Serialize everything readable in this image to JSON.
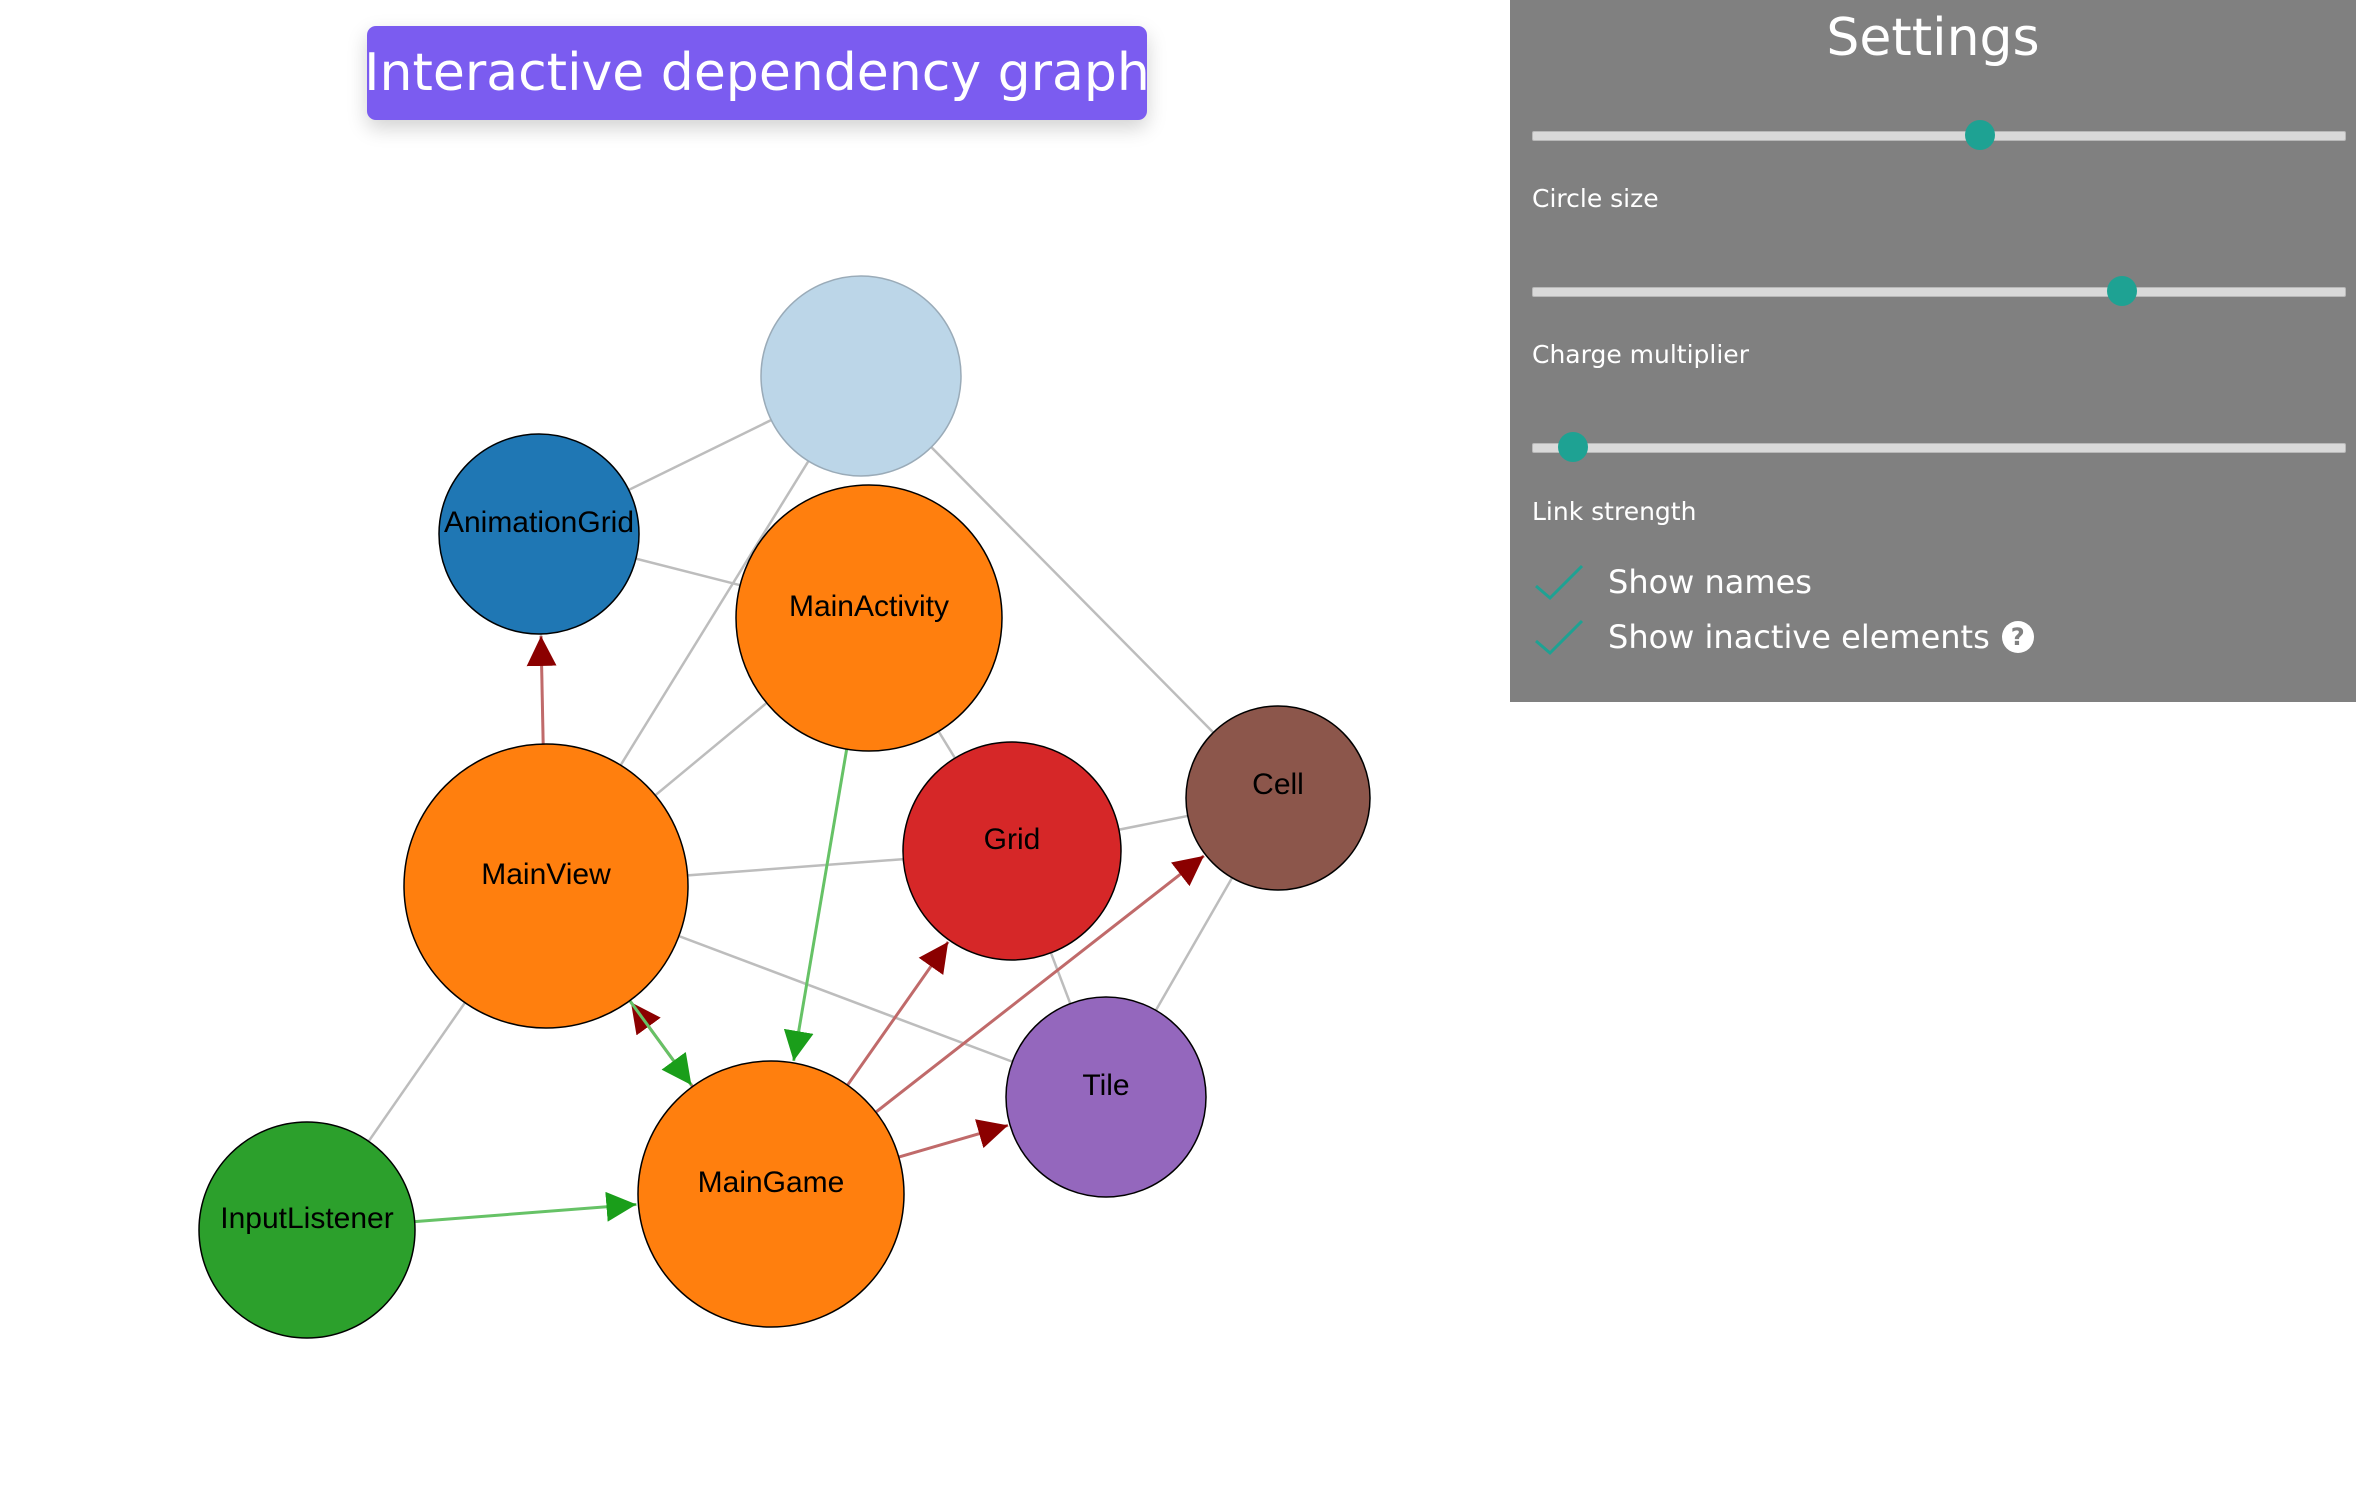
{
  "header": {
    "title": "Interactive dependency graph"
  },
  "graph": {
    "nodes": [
      {
        "id": "unnamed",
        "label": "",
        "color": "#bcd6e8",
        "stroke": "#9aabb8"
      },
      {
        "id": "AnimationGrid",
        "label": "AnimationGrid",
        "color": "#1f77b4",
        "stroke": "#000000"
      },
      {
        "id": "MainActivity",
        "label": "MainActivity",
        "color": "#ff7f0e",
        "stroke": "#000000"
      },
      {
        "id": "MainView",
        "label": "MainView",
        "color": "#ff7f0e",
        "stroke": "#000000"
      },
      {
        "id": "Grid",
        "label": "Grid",
        "color": "#d62728",
        "stroke": "#000000"
      },
      {
        "id": "Cell",
        "label": "Cell",
        "color": "#8c564b",
        "stroke": "#000000"
      },
      {
        "id": "Tile",
        "label": "Tile",
        "color": "#9467bd",
        "stroke": "#000000"
      },
      {
        "id": "InputListener",
        "label": "InputListener",
        "color": "#2ca02c",
        "stroke": "#000000"
      },
      {
        "id": "MainGame",
        "label": "MainGame",
        "color": "#ff7f0e",
        "stroke": "#000000"
      }
    ],
    "links": [
      {
        "source": "unnamed",
        "target": "AnimationGrid",
        "kind": "inactive"
      },
      {
        "source": "unnamed",
        "target": "MainView",
        "kind": "inactive"
      },
      {
        "source": "unnamed",
        "target": "Cell",
        "kind": "inactive"
      },
      {
        "source": "AnimationGrid",
        "target": "MainActivity",
        "kind": "inactive"
      },
      {
        "source": "AnimationGrid",
        "target": "MainView",
        "kind": "inactive"
      },
      {
        "source": "MainActivity",
        "target": "MainView",
        "kind": "inactive"
      },
      {
        "source": "MainActivity",
        "target": "Grid",
        "kind": "inactive"
      },
      {
        "source": "MainView",
        "target": "Grid",
        "kind": "inactive"
      },
      {
        "source": "MainView",
        "target": "Tile",
        "kind": "inactive"
      },
      {
        "source": "Grid",
        "target": "Cell",
        "kind": "inactive"
      },
      {
        "source": "Grid",
        "target": "Tile",
        "kind": "inactive"
      },
      {
        "source": "Cell",
        "target": "Tile",
        "kind": "inactive"
      },
      {
        "source": "InputListener",
        "target": "MainView",
        "kind": "inactive"
      },
      {
        "source": "MainView",
        "target": "AnimationGrid",
        "kind": "red"
      },
      {
        "source": "MainGame",
        "target": "MainView",
        "kind": "red"
      },
      {
        "source": "MainView",
        "target": "MainGame",
        "kind": "green"
      },
      {
        "source": "MainGame",
        "target": "Grid",
        "kind": "red"
      },
      {
        "source": "MainGame",
        "target": "Cell",
        "kind": "red"
      },
      {
        "source": "MainGame",
        "target": "Tile",
        "kind": "red"
      },
      {
        "source": "MainActivity",
        "target": "MainGame",
        "kind": "green"
      },
      {
        "source": "InputListener",
        "target": "MainGame",
        "kind": "green"
      }
    ],
    "colors": {
      "inactive": "#bdbdbd",
      "red": "#8b0000",
      "red_line": "#c06a6a",
      "green": "#1a9e1a",
      "green_line": "#66c266"
    }
  },
  "settings": {
    "title": "Settings",
    "sliders": [
      {
        "label": "Circle size",
        "value": 0.55
      },
      {
        "label": "Charge multiplier",
        "value": 0.725
      },
      {
        "label": "Link strength",
        "value": 0.05
      }
    ],
    "checkboxes": [
      {
        "label": "Show names",
        "checked": true
      },
      {
        "label": "Show inactive elements",
        "checked": true
      }
    ],
    "accent": "#1ea293"
  }
}
